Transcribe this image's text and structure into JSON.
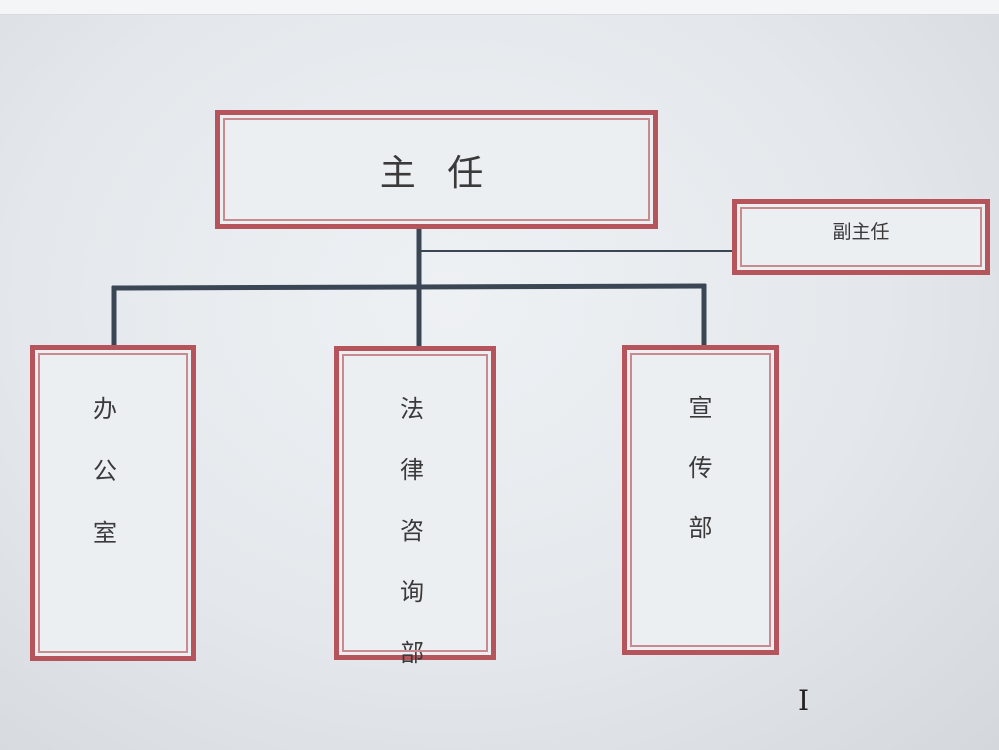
{
  "org_chart": {
    "director": {
      "label": "主 任"
    },
    "deputy": {
      "label": "副主任"
    },
    "departments": [
      {
        "chars": [
          "办",
          "公",
          "室"
        ]
      },
      {
        "chars": [
          "法",
          "律",
          "咨",
          "询",
          "部"
        ]
      },
      {
        "chars": [
          "宣",
          "传",
          "部"
        ]
      }
    ]
  },
  "colors": {
    "box_border": "#b5545b",
    "connector": "#3b4654"
  }
}
